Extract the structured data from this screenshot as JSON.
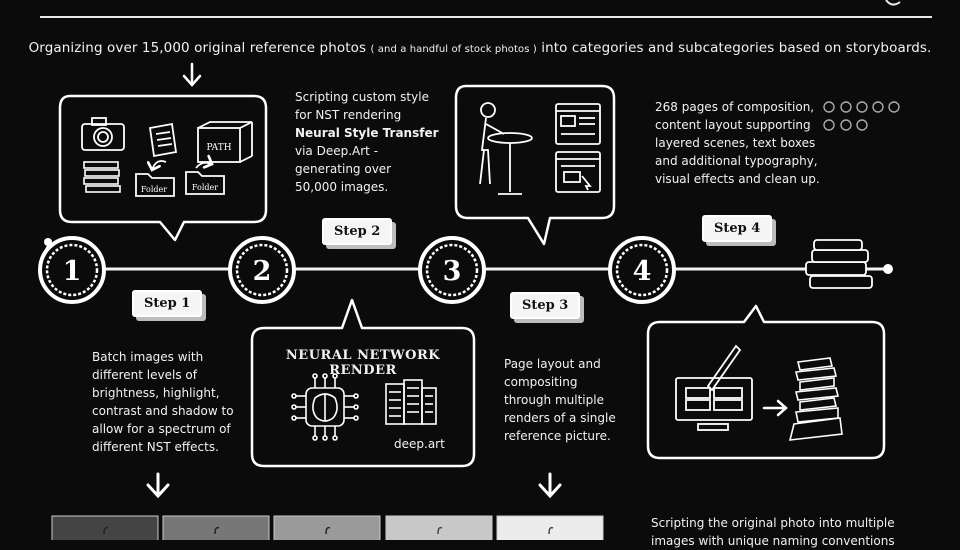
{
  "intro": {
    "part1": "Organizing over  15,000 original reference photos",
    "part2": "( and a handful of stock photos )",
    "part3": "into categories and subcategories based on storyboards."
  },
  "steps": {
    "n1": "1",
    "n2": "2",
    "n3": "3",
    "n4": "4",
    "tag1": "Step 1",
    "tag2": "Step 2",
    "tag3": "Step 3",
    "tag4": "Step 4"
  },
  "step2_text": {
    "line1": "Scripting custom style",
    "line2": "for NST rendering",
    "line3": "Neural Style Transfer",
    "line4": "via Deep.Art -",
    "line5": "generating over",
    "line6": "50,000 images."
  },
  "step4_text": {
    "line1": "268 pages of composition,",
    "line2": "content layout supporting",
    "line3": "layered scenes, text boxes",
    "line4": "and additional typography,",
    "line5": "visual effects and clean up."
  },
  "step1_text": {
    "line1": "Batch images with",
    "line2": "different levels of",
    "line3": "brightness, highlight,",
    "line4": "contrast and shadow to",
    "line5": "allow for a spectrum of",
    "line6": "different NST effects."
  },
  "step3_text": {
    "line1": "Page layout and",
    "line2": "compositing",
    "line3": "through multiple",
    "line4": "renders of a single",
    "line5": "reference picture."
  },
  "nn_box": {
    "title": "NEURAL NETWORK RENDER",
    "caption": "deep.art"
  },
  "folder_labels": {
    "a": "Folder",
    "b": "Folder",
    "c": "PATH"
  },
  "bottom_text": {
    "line1": "Scripting the original photo into multiple",
    "line2": "images with unique naming conventions"
  },
  "colors": {
    "background": "#0b0b0b",
    "ink": "#f2f2f2",
    "tag_shadow": "#bdbdbd"
  }
}
